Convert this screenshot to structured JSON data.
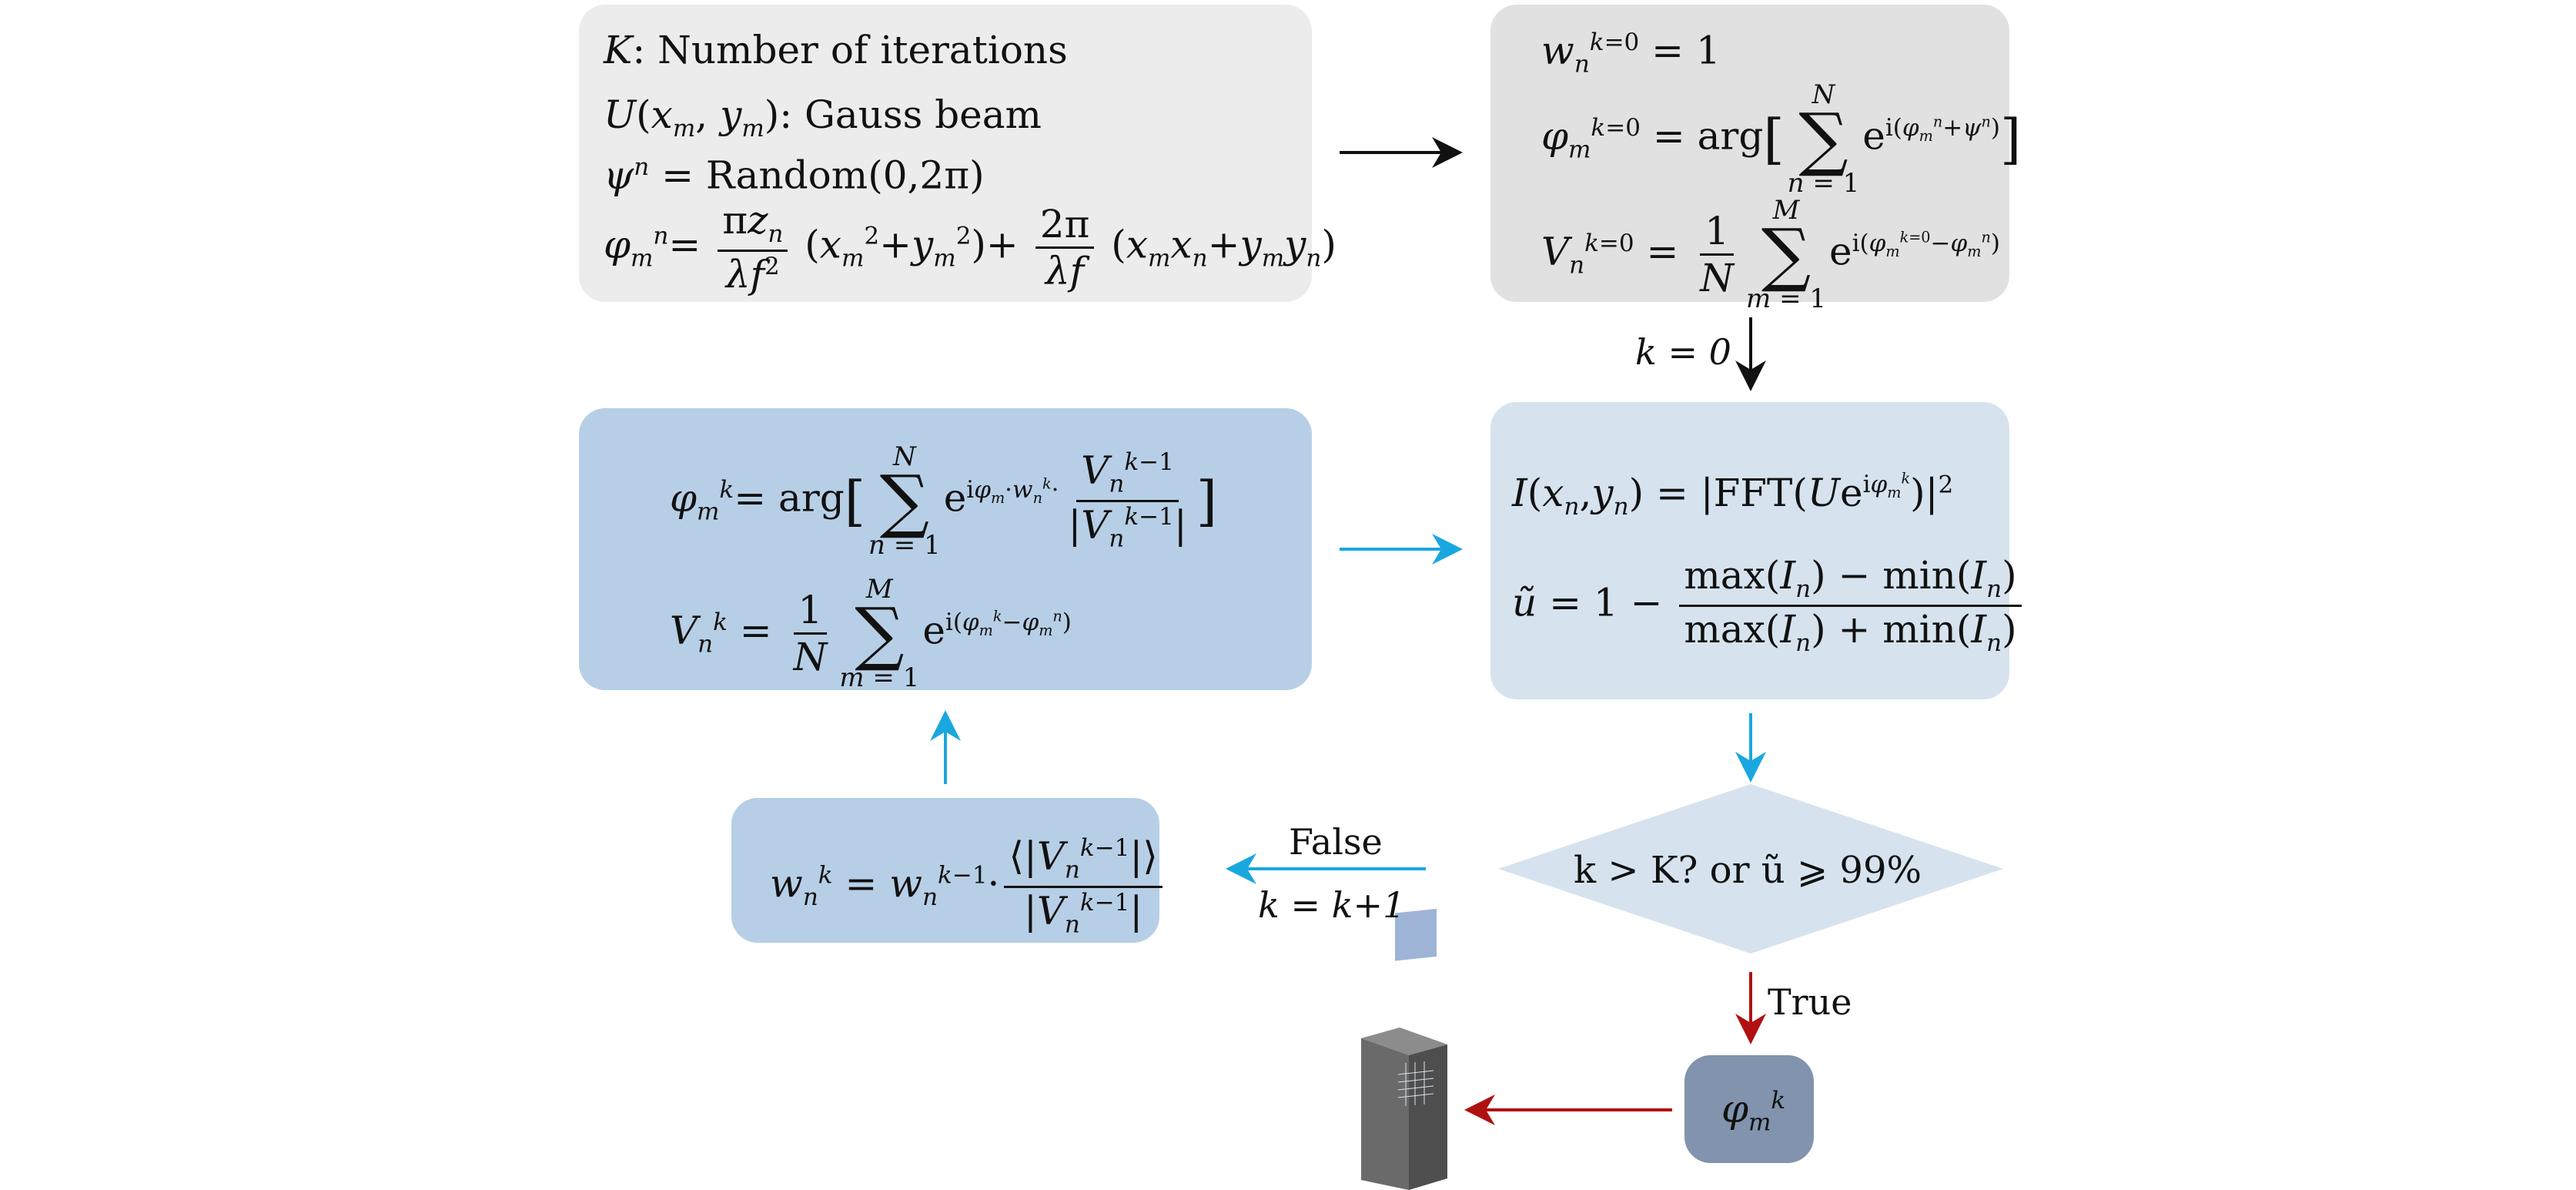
{
  "init_box": {
    "line1_var": "K",
    "line1_text": ": Number of iterations",
    "line2_var": "U",
    "line2_args": "(x",
    "line2_text": "): Gauss beam",
    "line3_text": " = Random(0,2π)"
  },
  "edges": {
    "k0_label": "k = 0",
    "false_label": "False",
    "increment_label": "k = k+1",
    "true_label": "True"
  },
  "decision": {
    "text": "k > K? or ũ ⩾ 99%"
  },
  "colors": {
    "black_arrow": "#111111",
    "blue_arrow": "#1aa7e0",
    "red_arrow": "#b01010",
    "gray_box": "#ececec",
    "blue_box": "#b7cfe6",
    "light_blue_box": "#d6e3ef",
    "result_box": "#8193ad"
  },
  "icons": {
    "device": "slm-device-icon"
  }
}
